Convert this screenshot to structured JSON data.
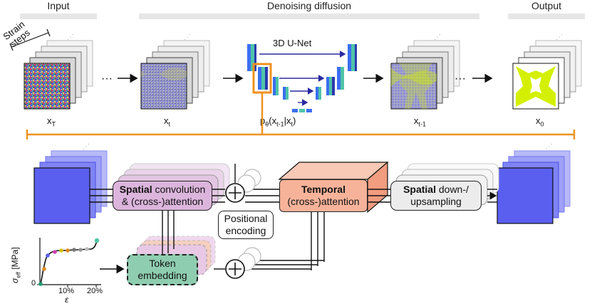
{
  "headers": {
    "input": "Input",
    "denoising": "Denoising diffusion",
    "output": "Output"
  },
  "labels": {
    "strain_line1": "Strain",
    "strain_line2": "steps",
    "x_T_base": "x",
    "x_T_sub": "T",
    "x_t_base": "x",
    "x_t_sub": "t",
    "unet": "3D U-Net",
    "p_base": "p",
    "p_theta": "θ",
    "p_open": "(x",
    "p_t1": "t-1",
    "p_mid": "|x",
    "p_t": "t",
    "p_close": ")",
    "x_t1_base": "x",
    "x_t1_sub": "t-1",
    "x_0_base": "x",
    "x_0_sub": "0"
  },
  "blocks": {
    "spatial_bold": "Spatial",
    "spatial_rest1": " convolution",
    "spatial_rest2": "& (cross-)attention",
    "temporal_bold": "Temporal",
    "temporal_rest": "(cross-)attention",
    "down_bold": "Spatial",
    "down_rest1": " down-/",
    "down_rest2": "upsampling",
    "positional1": "Positional",
    "positional2": "encoding",
    "token1": "Token",
    "token2": "embedding"
  },
  "plot": {
    "ylabel_sigma": "σ",
    "ylabel_sub": "eff",
    "ylabel_unit": "[MPa]",
    "xlabel": "ε",
    "ytick": "0",
    "xticks": [
      "10%",
      "20%"
    ]
  },
  "colors": {
    "orange": "#f0921e",
    "volume_blue": "#5a5ff0",
    "spatial_purple": "#dcb5dc",
    "temporal_salmon": "#f7b39a",
    "token_green": "#8fcdb0",
    "down_gray": "#ececec",
    "lime": "#d4f000"
  }
}
